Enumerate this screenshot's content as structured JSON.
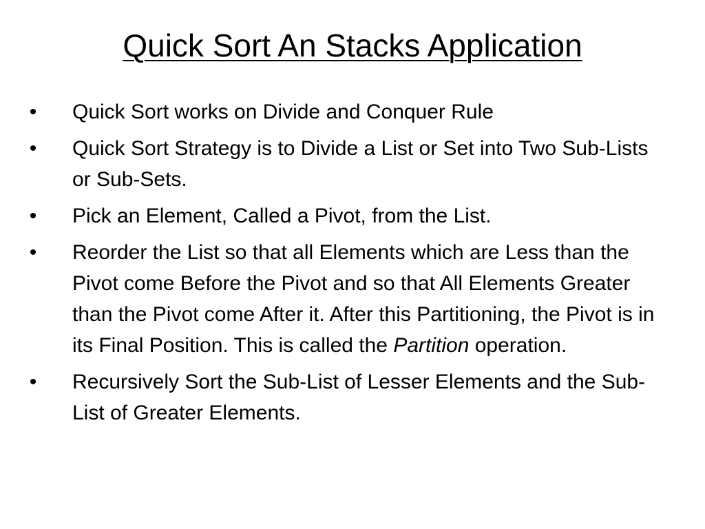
{
  "slide": {
    "title": "Quick Sort An Stacks Application",
    "bullet_glyph": "•",
    "bullets": [
      {
        "text": "Quick Sort works on Divide and Conquer Rule"
      },
      {
        "text": "Quick Sort Strategy is to Divide a List or Set into Two Sub-Lists or Sub-Sets."
      },
      {
        "text": "Pick an Element, Called a Pivot, from the List."
      },
      {
        "text_before": "Reorder the List so that all Elements which are Less than the Pivot come Before the Pivot and so that All Elements Greater than the Pivot come After it. After this Partitioning, the Pivot is in its Final Position. This is called the ",
        "text_italic": "Partition",
        "text_after": " operation."
      },
      {
        "text": "Recursively Sort the Sub-List of Lesser Elements and the Sub-List of Greater Elements."
      }
    ]
  }
}
